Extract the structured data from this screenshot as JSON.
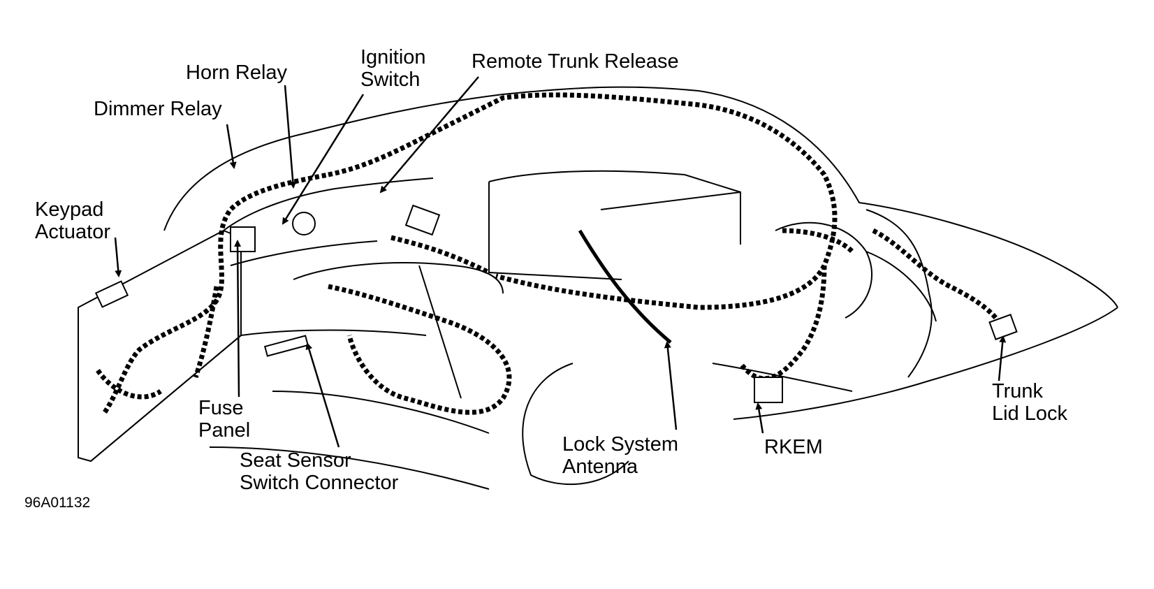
{
  "labels": {
    "ignition_switch": [
      "Ignition",
      "Switch"
    ],
    "remote_trunk_release": "Remote Trunk Release",
    "horn_relay": "Horn Relay",
    "dimmer_relay": "Dimmer Relay",
    "keypad_actuator": [
      "Keypad",
      "Actuator"
    ],
    "fuse_panel": [
      "Fuse",
      "Panel"
    ],
    "seat_sensor": [
      "Seat Sensor",
      "Switch Connector"
    ],
    "lock_system_antenna": [
      "Lock System",
      "Antenna"
    ],
    "rkem": "RKEM",
    "trunk_lid_lock": [
      "Trunk",
      "Lid Lock"
    ]
  },
  "figure_id": "96A01132",
  "colors": {
    "ink": "#000000",
    "paper": "#ffffff"
  }
}
